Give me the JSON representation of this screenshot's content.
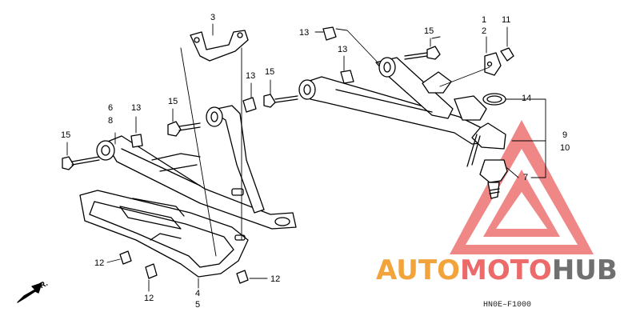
{
  "diagram": {
    "callouts": {
      "c1": "1",
      "c2": "2",
      "c3": "3",
      "c4": "4",
      "c5": "5",
      "c6": "6",
      "c7": "7",
      "c8": "8",
      "c9": "9",
      "c10": "10",
      "c11": "11",
      "c12a": "12",
      "c12b": "12",
      "c12c": "12",
      "c13a": "13",
      "c13b": "13",
      "c13c": "13",
      "c13d": "13",
      "c14": "14",
      "c15a": "15",
      "c15b": "15",
      "c15c": "15",
      "c15d": "15"
    },
    "diagram_code": "HN0E–F1000",
    "direction_label": "FR."
  },
  "watermark": {
    "part1": "AUTO",
    "part2": "MOTO",
    "part3": "HUB",
    "colors": {
      "orange": "#f2a33a",
      "red": "#ec6a6a",
      "gray": "#707070"
    }
  }
}
